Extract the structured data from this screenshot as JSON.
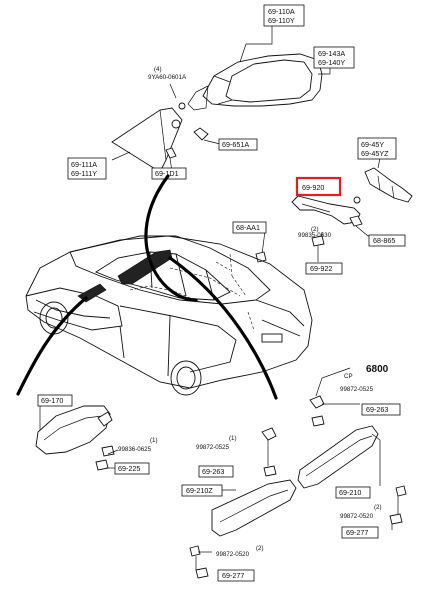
{
  "labels": {
    "mirror_l1": "69-110A",
    "mirror_l2": "69-110Y",
    "glass_l1": "69-143A",
    "glass_l2": "69-140Y",
    "n4": "(4)",
    "bolt": "9YA60-0601A",
    "cover": "69-651A",
    "base_l1": "69-111A",
    "base_l2": "69-111Y",
    "clip": "69-1D1",
    "bracket_l1": "69-45Y",
    "bracket_l2": "69-45YZ",
    "handle": "69-920",
    "aa1": "68-AA1",
    "n2a": "(2)",
    "screw_a": "99835-0630",
    "cap": "69-922",
    "b865": "68-865",
    "n6800": "6800",
    "screw_b": "99872-0525",
    "n1a": "(1)",
    "n1b": "(1)",
    "rvm": "69-170",
    "screw_c": "99836-0625",
    "r225": "69-225",
    "v263a": "69-263",
    "screw_d": "99872-0525",
    "v263b": "69-263",
    "visor_l": "69-210Z",
    "n2b": "(2)",
    "screw_e": "99872-0520",
    "s277a": "69-277",
    "visor_r": "69-210",
    "n2c": "(2)",
    "screw_f": "99872-0520",
    "s277b": "69-277"
  },
  "highlight_color": "#e0201a"
}
